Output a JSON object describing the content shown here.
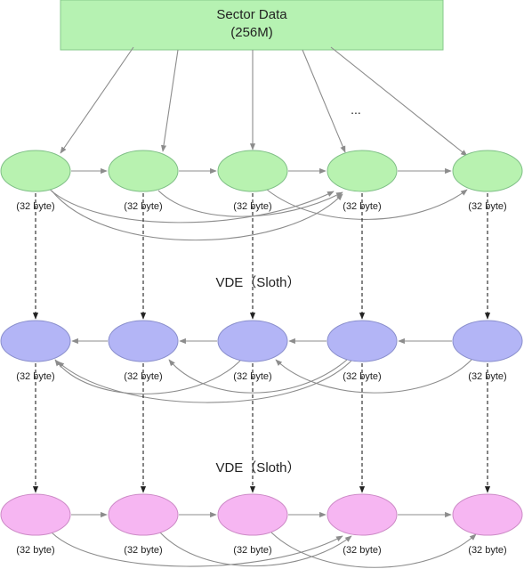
{
  "source": {
    "line1": "Sector Data",
    "line2": "(256M)",
    "fill": "#b6f2b2",
    "stroke": "#86c98a"
  },
  "ellipsis": "...",
  "stage_label_1": "VDE（Sloth）",
  "stage_label_2": "VDE（Sloth）",
  "rows": [
    {
      "fill": "#b8f2b0",
      "stroke": "#7fbf86",
      "nodes": [
        "(32 byte)",
        "(32 byte)",
        "(32 byte)",
        "(32 byte)",
        "(32 byte)"
      ]
    },
    {
      "fill": "#b3b5f6",
      "stroke": "#8a8fcc",
      "nodes": [
        "(32 byte)",
        "(32 byte)",
        "(32 byte)",
        "(32 byte)",
        "(32 byte)"
      ]
    },
    {
      "fill": "#f6b6f2",
      "stroke": "#cc8ac6",
      "nodes": [
        "(32 byte)",
        "(32 byte)",
        "(32 byte)",
        "(32 byte)",
        "(32 byte)"
      ]
    }
  ],
  "edge_color": "#8c8c8c",
  "dash_color": "#222222"
}
